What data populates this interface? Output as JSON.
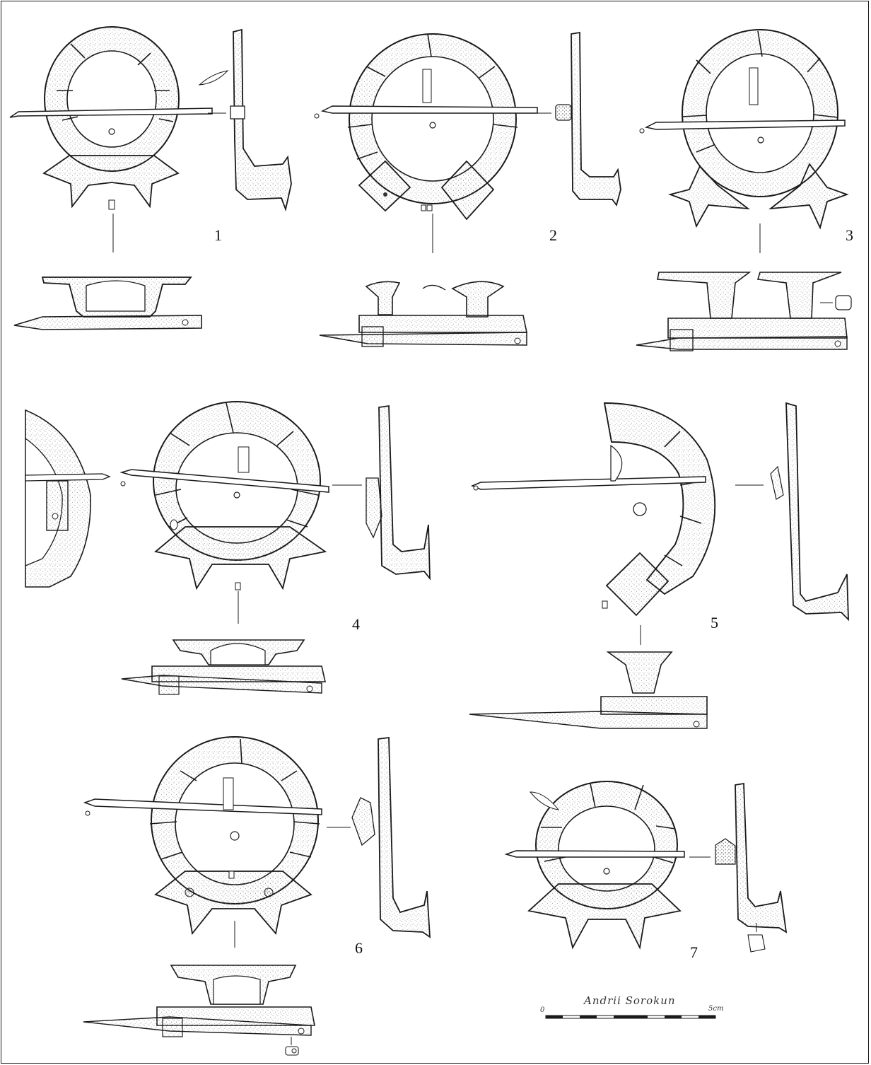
{
  "plate": {
    "figure_numbers": [
      "1",
      "2",
      "3",
      "4",
      "5",
      "6",
      "7"
    ],
    "signature": "Andrii Sorokun",
    "scale": {
      "start": "0",
      "end": "5cm"
    }
  },
  "colors": {
    "ink": "#1a1a1a",
    "stipple": "#777777",
    "paper": "#ffffff"
  }
}
